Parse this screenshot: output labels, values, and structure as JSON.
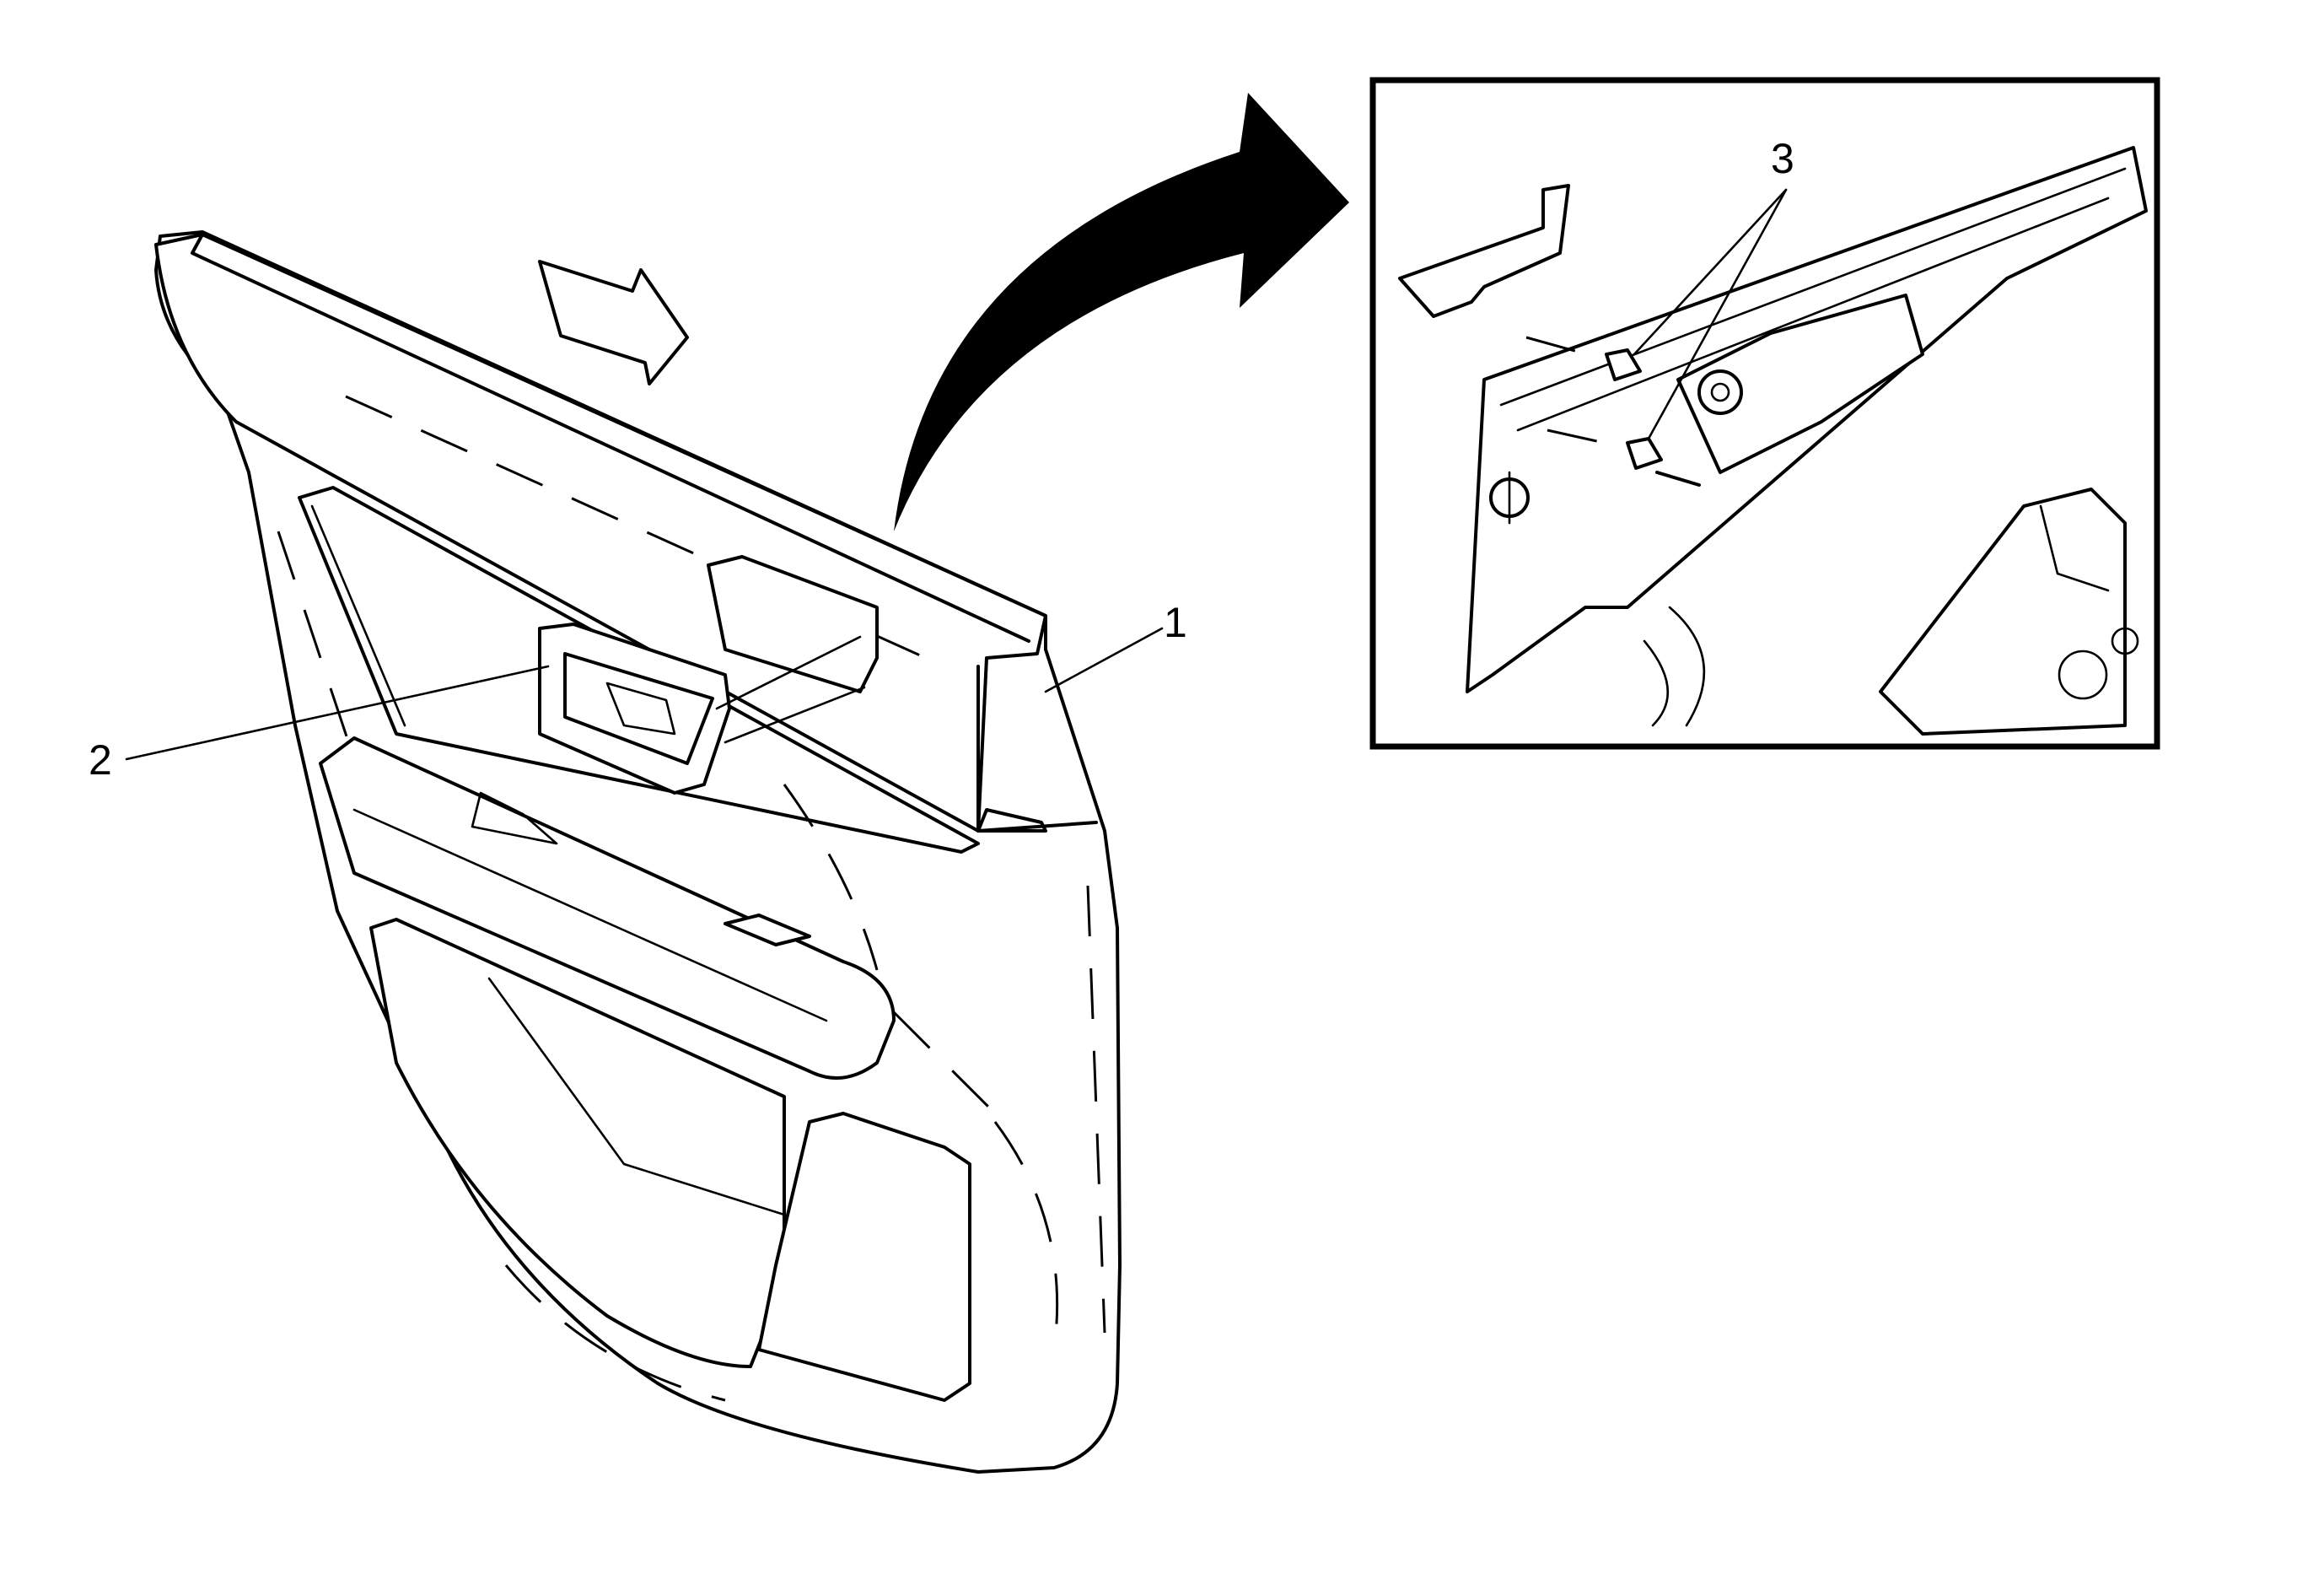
{
  "callouts": {
    "door_trim_panel": "1",
    "door_handle_bezel": "2",
    "fasteners": "3"
  }
}
